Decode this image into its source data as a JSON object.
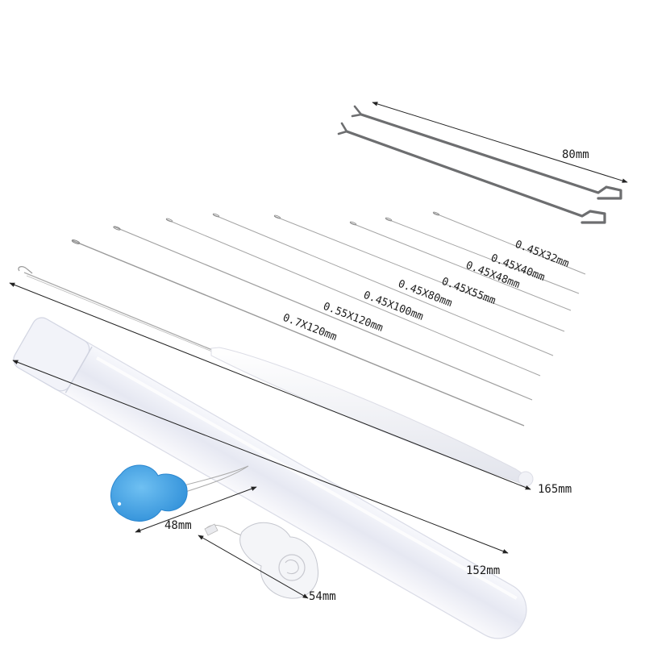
{
  "labels": {
    "hooks_length": "80mm",
    "needle_1": "0.45X32mm",
    "needle_2": "0.45X40mm",
    "needle_3": "0.45X48mm",
    "needle_4": "0.45X55mm",
    "needle_5": "0.45X80mm",
    "needle_6": "0.45X100mm",
    "needle_7": "0.55X120mm",
    "needle_8": "0.7X120mm",
    "bodkin_length": "165mm",
    "tube_length": "152mm",
    "blue_threader_length": "48mm",
    "clear_threader_length": "54mm"
  },
  "colors": {
    "hook_gray": "#6d6e70",
    "needle_silver": "#9a9a9a",
    "threader_blue": "#3d9ee0",
    "tube_white": "#eceef6"
  }
}
